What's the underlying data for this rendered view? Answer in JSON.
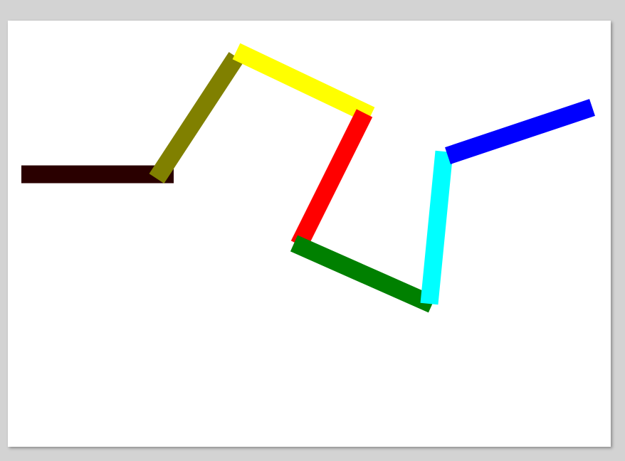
{
  "background_color": "#d3d3d3",
  "canvas_color": "#ffffff",
  "segments": [
    {
      "id": "segment-dark",
      "color": "#2a0000"
    },
    {
      "id": "segment-olive",
      "color": "#808000"
    },
    {
      "id": "segment-yellow",
      "color": "#ffff00"
    },
    {
      "id": "segment-red",
      "color": "#ff0000"
    },
    {
      "id": "segment-green",
      "color": "#008000"
    },
    {
      "id": "segment-cyan",
      "color": "#00ffff"
    },
    {
      "id": "segment-blue",
      "color": "#0000ff"
    }
  ]
}
